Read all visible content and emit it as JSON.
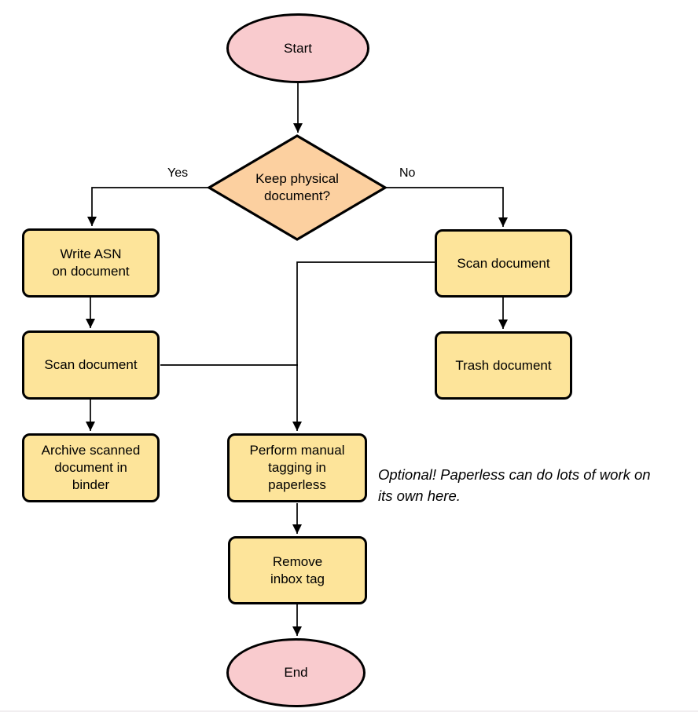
{
  "diagram": {
    "nodes": {
      "start": {
        "label": "Start",
        "type": "terminator"
      },
      "decision": {
        "label": "Keep physical\ndocument?",
        "type": "decision"
      },
      "write_asn": {
        "label": "Write ASN\non document",
        "type": "process"
      },
      "scan_left": {
        "label": "Scan document",
        "type": "process"
      },
      "archive": {
        "label": "Archive scanned\ndocument in\nbinder",
        "type": "process"
      },
      "scan_right": {
        "label": "Scan document",
        "type": "process"
      },
      "trash": {
        "label": "Trash document",
        "type": "process"
      },
      "tagging": {
        "label": "Perform manual\ntagging in\npaperless",
        "type": "process"
      },
      "remove_inbox": {
        "label": "Remove\ninbox tag",
        "type": "process"
      },
      "end": {
        "label": "End",
        "type": "terminator"
      }
    },
    "edge_labels": {
      "yes": "Yes",
      "no": "No"
    },
    "annotation": "Optional! Paperless can do lots of work on\nits own here.",
    "colors": {
      "terminator_fill": "#f9cbce",
      "decision_fill": "#fcd0a0",
      "process_fill": "#fde49a",
      "stroke": "#000000"
    }
  }
}
